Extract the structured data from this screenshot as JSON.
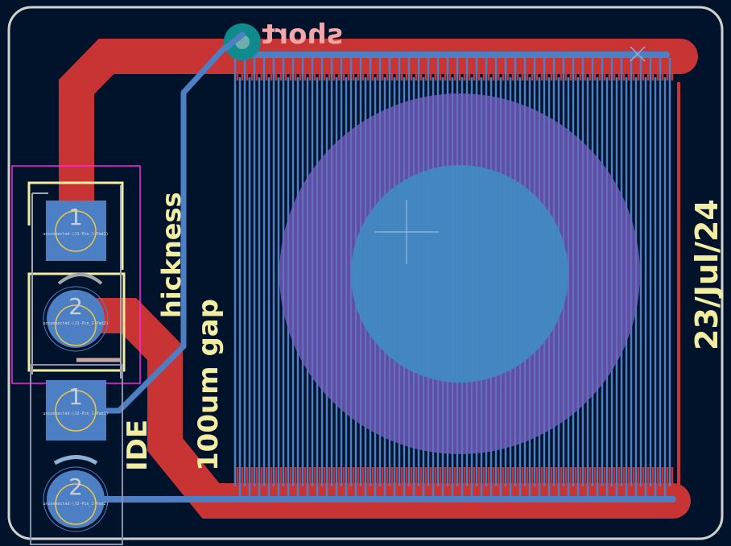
{
  "board": {
    "date_label": "23/Jul/24",
    "back_silk_label": "short",
    "gap_label": "100um gap",
    "thickness_label": "hickness",
    "ide_label": "IDE"
  },
  "connectors": [
    {
      "id": "J1",
      "pads": [
        {
          "number": "1",
          "net": "unconnected-(J1-Pin_1-Pad1)"
        },
        {
          "number": "2",
          "net": "unconnected-(J1-Pin_2-Pad2)"
        }
      ]
    },
    {
      "id": "J2",
      "pads": [
        {
          "number": "1",
          "net": "unconnected-(J2-Pin_1-Pad1)"
        },
        {
          "number": "2",
          "net": "unconnected-(J2-Pin_2-Pad2)"
        }
      ]
    }
  ],
  "colors": {
    "background": "#00132b",
    "board_edge": "#d0d2cd",
    "front_copper": "#c83434",
    "back_copper": "#4d7fc4",
    "front_silk": "#f2eda1",
    "courtyard": "#ff26e2",
    "electrode_outer": "#7a5dc2",
    "electrode_inner": "#3d8fc4"
  }
}
